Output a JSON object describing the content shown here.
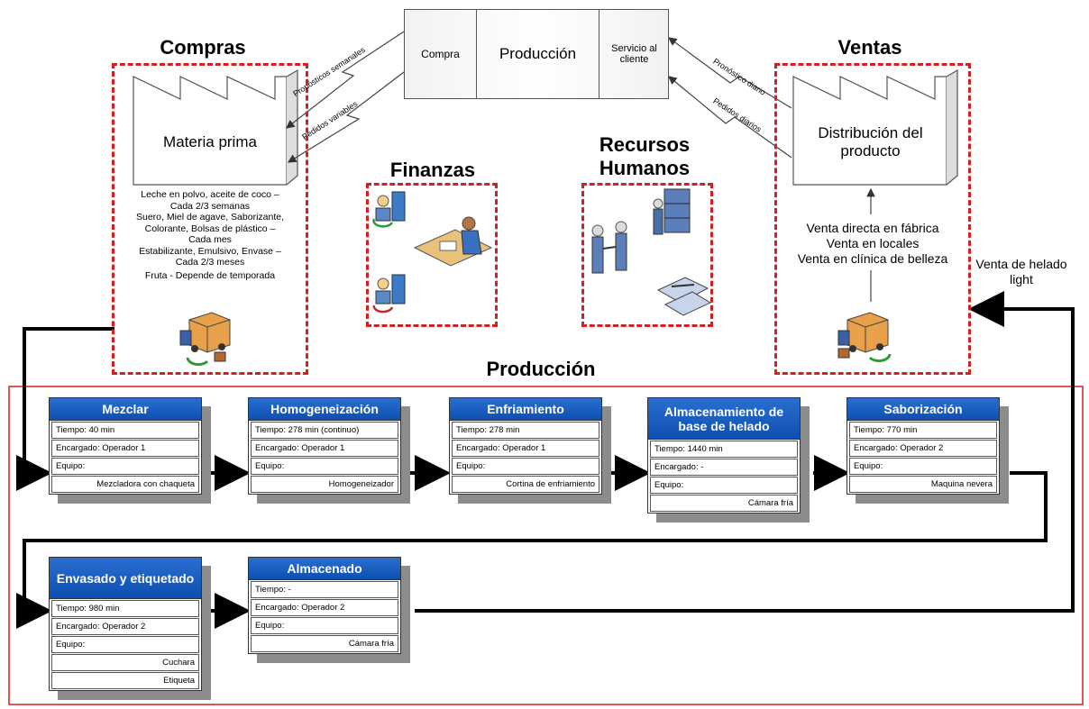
{
  "top_box": {
    "cells": [
      "Compra",
      "Producción",
      "Servicio al cliente"
    ]
  },
  "compras": {
    "title": "Compras",
    "factory_label": "Materia prima",
    "arrow_label_1": "Pronósticos semanales",
    "arrow_label_2": "Pedidos variables",
    "materials": [
      "Leche en polvo, aceite de coco –",
      "Cada 2/3 semanas",
      "Suero, Miel de agave, Saborizante,",
      "Colorante, Bolsas de plástico –",
      "Cada mes",
      "Estabilizante, Emulsivo, Envase –",
      "Cada 2/3 meses",
      "Fruta - Depende de temporada"
    ]
  },
  "ventas": {
    "title": "Ventas",
    "factory_label": "Distribución del producto",
    "arrow_label_1": "Pronóstico diario",
    "arrow_label_2": "Pedidos diarios",
    "channels": [
      "Venta directa en fábrica",
      "Venta en locales",
      "Venta en clínica de belleza"
    ],
    "side_label": "Venta de helado light"
  },
  "finanzas": {
    "title": "Finanzas"
  },
  "rrhh": {
    "title": "Recursos Humanos"
  },
  "produccion": {
    "title": "Producción",
    "processes": [
      {
        "name": "Mezclar",
        "rows": [
          "Tiempo: 40 min",
          "Encargado: Operador 1",
          "Equipo:"
        ],
        "equipment": [
          "Mezcladora con chaqueta"
        ]
      },
      {
        "name": "Homogeneización",
        "rows": [
          "Tiempo: 278 min (continuo)",
          "Encargado: Operador 1",
          "Equipo:"
        ],
        "equipment": [
          "Homogeneizador"
        ]
      },
      {
        "name": "Enfriamiento",
        "rows": [
          "Tiempo: 278 min",
          "Encargado: Operador 1",
          "Equipo:"
        ],
        "equipment": [
          "Cortina de enfriamiento"
        ]
      },
      {
        "name": "Almacenamiento de base de helado",
        "rows": [
          "Tiempo: 1440 min",
          "Encargado: -",
          "Equipo:"
        ],
        "equipment": [
          "Cámara fría"
        ]
      },
      {
        "name": "Saborización",
        "rows": [
          "Tiempo: 770 min",
          "Encargado: Operador 2",
          "Equipo:"
        ],
        "equipment": [
          "Maquina nevera"
        ]
      },
      {
        "name": "Envasado y etiquetado",
        "rows": [
          "Tiempo: 980 min",
          "Encargado: Operador 2",
          "Equipo:"
        ],
        "equipment": [
          "Cuchara",
          "Etiqueta"
        ]
      },
      {
        "name": "Almacenado",
        "rows": [
          "Tiempo: -",
          "Encargado: Operador 2",
          "Equipo:"
        ],
        "equipment": [
          "Cámara fría"
        ]
      }
    ]
  },
  "colors": {
    "dash_red": "#d31f1f",
    "header_blue": "#1a5fc4",
    "shadow_gray": "#8c8c8c"
  }
}
